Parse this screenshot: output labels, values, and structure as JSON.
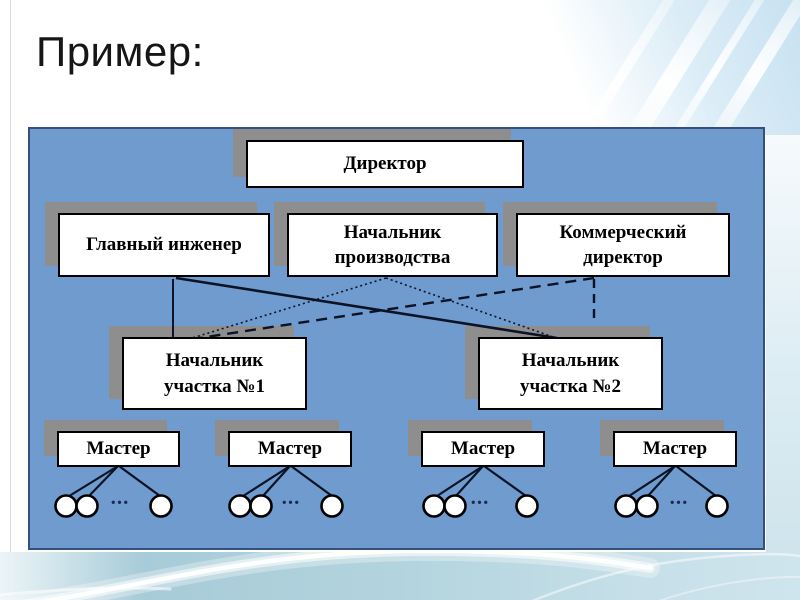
{
  "slide": {
    "title": "Пример:"
  },
  "org_chart": {
    "colors": {
      "panel_fill": "#6f9bce",
      "panel_border": "#34517c",
      "box_fill": "#ffffff",
      "box_border": "#000000",
      "box_shadow": "#8e8e8e",
      "connector_line": "#0d1326"
    },
    "nodes": {
      "director": "Директор",
      "chief_engineer": "Главный инженер",
      "production_chief": "Начальник производства",
      "commercial_director": "Коммерческий директор",
      "section_chief_1": "Начальник участка №1",
      "section_chief_2": "Начальник участка №2",
      "master": "Мастер",
      "workers_ellipsis": "..."
    }
  }
}
